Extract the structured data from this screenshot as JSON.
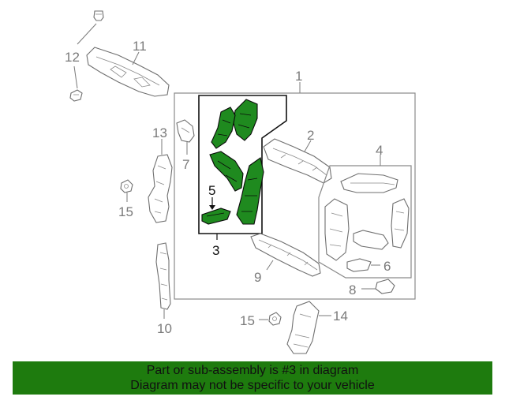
{
  "callouts": {
    "c1": "1",
    "c2": "2",
    "c3": "3",
    "c4": "4",
    "c5": "5",
    "c6": "6",
    "c7": "7",
    "c8": "8",
    "c9": "9",
    "c10": "10",
    "c11": "11",
    "c12": "12",
    "c13": "13",
    "c14": "14",
    "c15a": "15",
    "c15b": "15"
  },
  "footer": {
    "line1": "Part or sub-assembly is #3 in diagram",
    "line2": "Diagram may not be specific to your vehicle"
  },
  "colors": {
    "highlight": "#1f8a1f",
    "banner": "#1e7b0e"
  }
}
